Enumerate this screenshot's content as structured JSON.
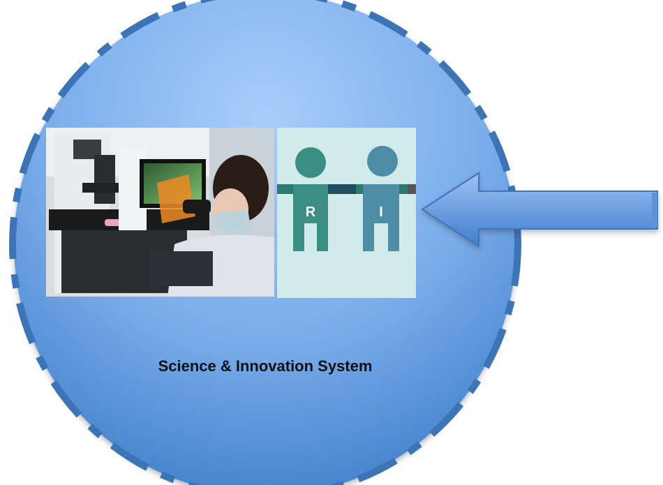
{
  "caption": "Science & Innovation System",
  "logo": {
    "letters": [
      "R",
      "I"
    ]
  },
  "colors": {
    "circle_top": "#a9cdfb",
    "circle_bottom": "#3f7ec9",
    "dashed_ring": "#3c74b6",
    "arrow_light": "#9fc3f3",
    "arrow_dark": "#3f7ec9",
    "logo_background": "#d1ebeb",
    "logo_figure_r": "#3b8f82",
    "logo_figure_i": "#4d8ea6"
  },
  "elements": {
    "photo": "scientist-microscope-photo",
    "logo": "ri-logo",
    "arrow": "left-arrow"
  }
}
